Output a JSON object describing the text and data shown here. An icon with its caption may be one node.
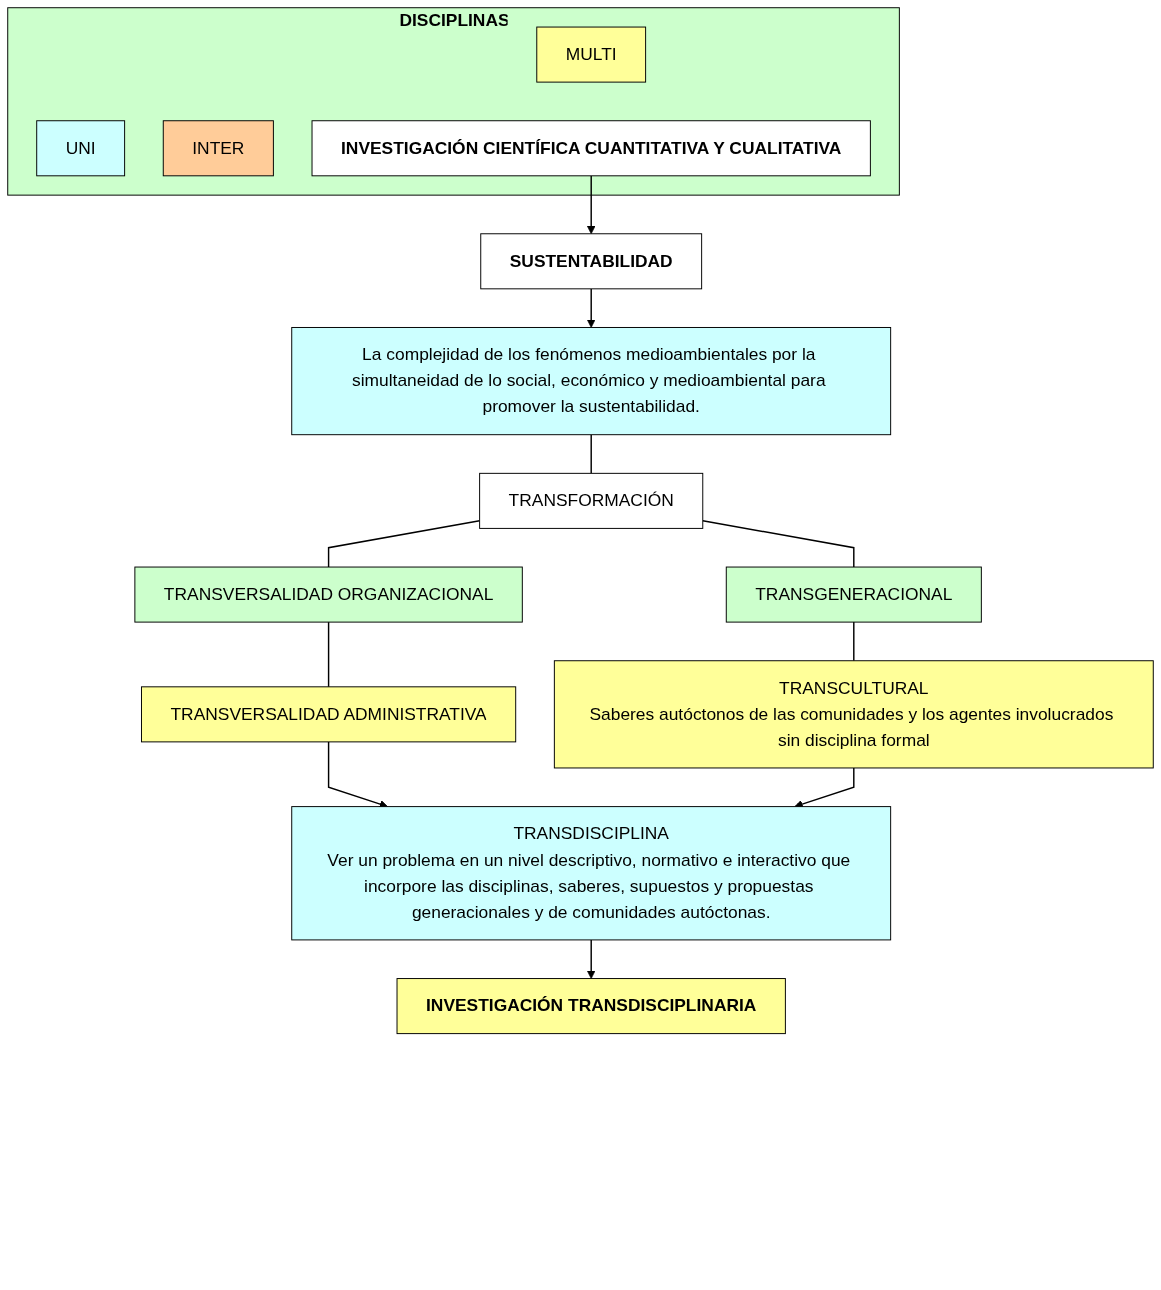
{
  "diagram": {
    "nodes": [
      {
        "text": [
          "DISCIPLINAS"
        ]
      },
      {
        "text": [
          "UNI"
        ],
        "in": 0
      },
      {
        "text": [
          "MULTI"
        ],
        "in": 0
      },
      {
        "text": [
          "INTER"
        ],
        "in": 0
      },
      {
        "text": [
          "INVESTIGACIÓN CIENTÍFICA CUANTITATIVA Y CUALITATIVA"
        ],
        "in": 0
      },
      {
        "text": [
          "SUSTENTABILIDAD"
        ]
      },
      {
        "text": [
          "La complejidad de los fenómenos medioambientales por la simultaneidad de lo social, económico y medioambiental para promover la sustentabilidad."
        ]
      },
      {
        "text": [
          "TRANSFORMACIÓN"
        ]
      },
      {
        "text": [
          "TRANSVERSALIDAD ORGANIZACIONAL"
        ]
      },
      {
        "text": [
          "TRANSGENERACIONAL"
        ]
      },
      {
        "text": [
          "TRANSVERSALIDAD ADMINISTRATIVA"
        ]
      },
      {
        "text": [
          "TRANSCULTURAL",
          "Saberes autóctonos de las comunidades y los agentes involucrados sin disciplina formal"
        ]
      },
      {
        "text": [
          "TRANSDISCIPLINA",
          "Ver un problema en un nivel descriptivo, normativo e interactivo que incorpore las disciplinas, saberes, supuestos y propuestas generacionales y de comunidades autóctonas."
        ]
      },
      {
        "text": [
          "INVESTIGACIÓN TRANSDISCIPLINARIA"
        ]
      }
    ],
    "edges": [
      {
        "from": 4,
        "to": 5,
        "arrow": "to"
      },
      {
        "from": 5,
        "to": 6,
        "arrow": "to"
      },
      {
        "from": 6,
        "to": 7,
        "arrow": "none"
      },
      {
        "from": 7,
        "to": 8,
        "arrow": "none"
      },
      {
        "from": 7,
        "to": 9,
        "arrow": "none"
      },
      {
        "from": 8,
        "to": 10,
        "arrow": "none"
      },
      {
        "from": 9,
        "to": 11,
        "arrow": "none"
      },
      {
        "from": 10,
        "to": 12,
        "arrow": "to"
      },
      {
        "from": 11,
        "to": 12,
        "arrow": "to"
      },
      {
        "from": 12,
        "to": 13,
        "arrow": "to"
      }
    ]
  }
}
